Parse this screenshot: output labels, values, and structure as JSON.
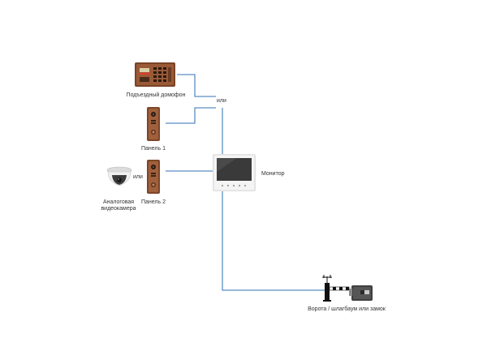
{
  "diagram": {
    "labels": {
      "entrance_intercom": "Подъездный домофон",
      "or_top": "или",
      "panel1": "Панель 1",
      "monitor": "Монитор",
      "or_camera": "или",
      "camera": [
        "Аналоговая",
        "видеокамера"
      ],
      "panel2": "Панель 2",
      "gate": "Ворота / шлагбаум или замок"
    },
    "icons": {
      "entrance_intercom": "entrance-intercom-panel",
      "panel1": "call-panel",
      "panel2": "call-panel",
      "camera": "dome-camera",
      "monitor": "video-monitor",
      "barrier": "barrier-gate",
      "lock": "electric-lock"
    },
    "colors": {
      "wire": "#5b8ec4",
      "panel_bronze": "#8a4f32",
      "panel_dark": "#5a3220",
      "monitor_body": "#f2f2f2",
      "screen": "#3a3a3a",
      "lock_body": "#4a4a4a",
      "barrier_stripe": "#111111",
      "label": "#333333"
    }
  }
}
